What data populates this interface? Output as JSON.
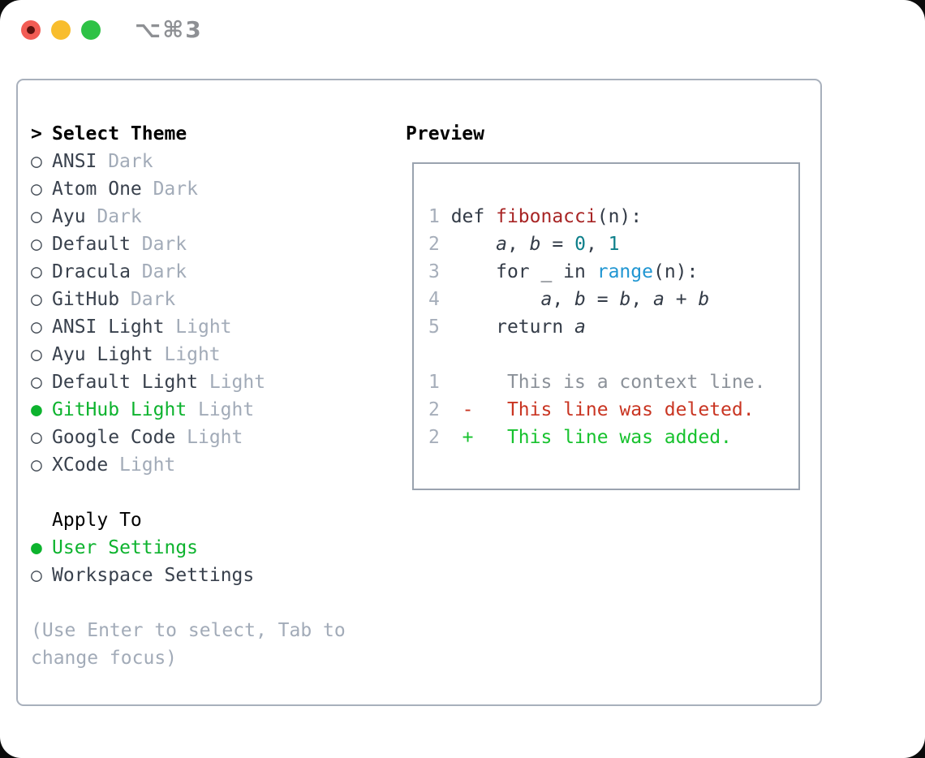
{
  "window": {
    "title": "⌥⌘3"
  },
  "colors": {
    "selected_green": "#0db32e",
    "diff_added_green": "#17c22e",
    "diff_deleted_red": "#c93522",
    "function_red": "#a82525",
    "number_teal": "#0d7f8a",
    "call_blue": "#2096d2",
    "muted_gray": "#a2abb8",
    "panel_border": "#a8b0bc"
  },
  "left": {
    "header": {
      "marker": ">",
      "label": "Select Theme"
    },
    "themes": [
      {
        "marker": "○",
        "name": "ANSI",
        "tag": "Dark"
      },
      {
        "marker": "○",
        "name": "Atom One",
        "tag": "Dark"
      },
      {
        "marker": "○",
        "name": "Ayu",
        "tag": "Dark"
      },
      {
        "marker": "○",
        "name": "Default",
        "tag": "Dark"
      },
      {
        "marker": "○",
        "name": "Dracula",
        "tag": "Dark"
      },
      {
        "marker": "○",
        "name": "GitHub",
        "tag": "Dark"
      },
      {
        "marker": "○",
        "name": "ANSI Light",
        "tag": "Light"
      },
      {
        "marker": "○",
        "name": "Ayu Light",
        "tag": "Light"
      },
      {
        "marker": "○",
        "name": "Default Light",
        "tag": "Light"
      },
      {
        "marker": "●",
        "name": "GitHub Light",
        "tag": "Light"
      },
      {
        "marker": "○",
        "name": "Google Code",
        "tag": "Light"
      },
      {
        "marker": "○",
        "name": "XCode",
        "tag": "Light"
      }
    ],
    "apply": {
      "label": "Apply To",
      "options": [
        {
          "marker": "●",
          "label": "User Settings"
        },
        {
          "marker": "○",
          "label": "Workspace Settings"
        }
      ]
    },
    "hint_line1": "(Use Enter to select, Tab to",
    "hint_line2": "change focus)"
  },
  "preview": {
    "title": "Preview",
    "lines": [
      [
        {
          "t": "1 ",
          "c": "ln"
        },
        {
          "t": "def ",
          "c": "code"
        },
        {
          "t": "fibonacci",
          "c": "fn"
        },
        {
          "t": "(n):",
          "c": "code"
        }
      ],
      [
        {
          "t": "2",
          "c": "ln"
        },
        {
          "t": "     ",
          "c": "code"
        },
        {
          "t": "a",
          "c": "var"
        },
        {
          "t": ", ",
          "c": "code"
        },
        {
          "t": "b",
          "c": "var"
        },
        {
          "t": " = ",
          "c": "code"
        },
        {
          "t": "0",
          "c": "numlit"
        },
        {
          "t": ", ",
          "c": "code"
        },
        {
          "t": "1",
          "c": "numlit"
        }
      ],
      [
        {
          "t": "3",
          "c": "ln"
        },
        {
          "t": "     for _ in ",
          "c": "code"
        },
        {
          "t": "range",
          "c": "call"
        },
        {
          "t": "(n):",
          "c": "code"
        }
      ],
      [
        {
          "t": "4",
          "c": "ln"
        },
        {
          "t": "         ",
          "c": "code"
        },
        {
          "t": "a",
          "c": "var"
        },
        {
          "t": ", ",
          "c": "code"
        },
        {
          "t": "b",
          "c": "var"
        },
        {
          "t": " = ",
          "c": "code"
        },
        {
          "t": "b",
          "c": "var"
        },
        {
          "t": ", ",
          "c": "code"
        },
        {
          "t": "a",
          "c": "var"
        },
        {
          "t": " + ",
          "c": "code"
        },
        {
          "t": "b",
          "c": "var"
        }
      ],
      [
        {
          "t": "5",
          "c": "ln"
        },
        {
          "t": "     return ",
          "c": "code"
        },
        {
          "t": "a",
          "c": "var"
        }
      ],
      [],
      [
        {
          "t": "1",
          "c": "ln"
        },
        {
          "t": "      This is a context line.",
          "c": "ctx"
        }
      ],
      [
        {
          "t": "2",
          "c": "ln"
        },
        {
          "t": "  ",
          "c": "code"
        },
        {
          "t": "-   This line was deleted.",
          "c": "del"
        }
      ],
      [
        {
          "t": "2",
          "c": "ln"
        },
        {
          "t": "  ",
          "c": "code"
        },
        {
          "t": "+   This line was added.",
          "c": "add"
        }
      ]
    ]
  }
}
